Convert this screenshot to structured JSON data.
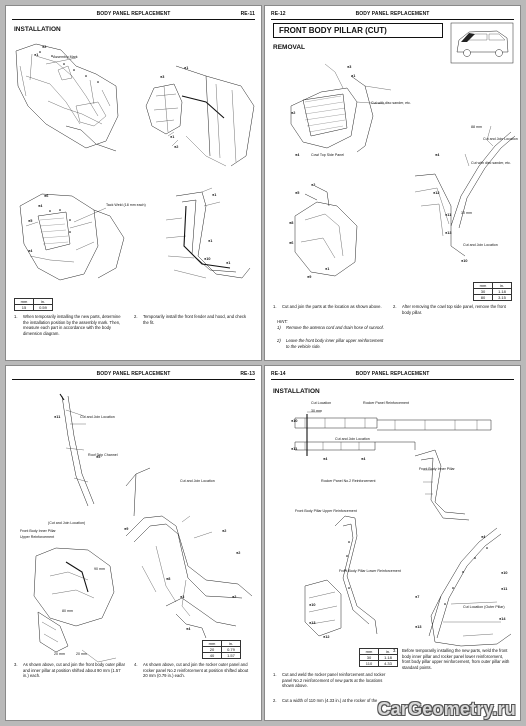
{
  "pages": [
    {
      "header": {
        "title": "BODY PANEL REPLACEMENT",
        "page_number": "RE-11"
      },
      "section": "INSTALLATION",
      "callouts": {
        "assembly_mark": "Assembly Mark",
        "tack_weld": "Tack Weld (18 mm each)"
      },
      "spec_table": {
        "col1": "mm",
        "col2": "in.",
        "row": [
          "15",
          "0.59"
        ]
      },
      "steps": [
        {
          "n": "1.",
          "text": "When temporarily installing the new parts, determine the installation position by the assembly mark. Then, measure each part in accordance with the body dimension diagram."
        },
        {
          "n": "2.",
          "text": "Temporarily install the front fender and hood, and check the fit."
        }
      ]
    },
    {
      "header": {
        "title": "BODY PANEL REPLACEMENT",
        "page_number": "RE-12"
      },
      "title": "FRONT BODY PILLAR (CUT)",
      "section": "REMOVAL",
      "callouts": {
        "cut_disc": "Cut with disc sander, etc.",
        "cowl_top": "Cowl Top Side Panel",
        "mm_88": "88 mm",
        "cut_join_location": "Cut and Join Location",
        "cut_disc2": "Cut with disc sander, etc.",
        "mm_30": "30 mm",
        "cut_join_location2": "Cut and Join Location"
      },
      "spec_table": {
        "col1": "mm",
        "col2": "in.",
        "rows": [
          [
            "30",
            "1.18"
          ],
          [
            "80",
            "3.15"
          ]
        ]
      },
      "steps": [
        {
          "n": "1.",
          "text": "Cut and join the parts at the location as shown above."
        },
        {
          "n": "2.",
          "text": "After removing the cowl top side panel, remove the front body pillar."
        }
      ],
      "hint_label": "HINT:",
      "hints": [
        {
          "n": "1)",
          "text": "Remove the antenna cord and drain hose of sunroof."
        },
        {
          "n": "2)",
          "text": "Leave the front body inner pillar upper reinforcement to the vehicle side."
        }
      ]
    },
    {
      "header": {
        "title": "BODY PANEL REPLACEMENT",
        "page_number": "RE-13"
      },
      "callouts": {
        "cut_join": "Cut and Join Location",
        "roof_drip": "Roof Drip Channel",
        "cut_join2": "Cut and Join Location",
        "cut_join3": "(Cut and Join Location)",
        "front_inner": "Front Body Inner Pillar",
        "upper_reinf": "Upper Reinforcement",
        "mm_90": "90 mm",
        "mm_80": "80 mm",
        "mm_20a": "20 mm",
        "mm_20b": "20 mm"
      },
      "spec_table": {
        "col1": "mm",
        "col2": "in.",
        "rows": [
          [
            "20",
            "0.79"
          ],
          [
            "40",
            "1.57"
          ]
        ]
      },
      "steps": [
        {
          "n": "3.",
          "text": "As shown above, cut and join the front body outer pillar and inner pillar at position shifted about 90 mm (1.57 in.) each."
        },
        {
          "n": "4.",
          "text": "As shown above, cut and join the rocker outer panel and rocker panel No.2 reinforcement at position shifted about 20 mm (0.79 in.) each."
        }
      ]
    },
    {
      "header": {
        "title": "BODY PANEL REPLACEMENT",
        "page_number": "RE-14"
      },
      "section": "INSTALLATION",
      "callouts": {
        "cut_location": "Cut Location",
        "rocker_reinf": "Rocker Panel Reinforcement",
        "mm_30": "30 mm",
        "cut_join": "Cut and Join Location",
        "rocker_no2": "Rocker Panel No.2 Reinforcement",
        "front_inner": "Front Body Inner Pillar",
        "front_upper": "Front Body Pillar Upper Reinforcement",
        "front_lower": "Front Body Pillar Lower Reinforcement",
        "cut_outer": "Cut Location (Outer Pillar)"
      },
      "spec_table": {
        "col1": "mm",
        "col2": "in.",
        "rows": [
          [
            "30",
            "1.18"
          ],
          [
            "110",
            "4.33"
          ]
        ]
      },
      "steps": [
        {
          "n": "1.",
          "text": "Cut and weld the rocker panel reinforcement and rocker panel No.2 reinforcement of new parts at the locations shown above."
        },
        {
          "n": "2.",
          "text": "Cut a width of 110 mm (4.33 in.) at the rocker of the"
        },
        {
          "n": "3.",
          "text": "Before temporarily installing the new parts, weld the front body inner pillar and rocker panel lower reinforcement, front body pillar upper reinforcement, from outer pillar with standard points."
        }
      ]
    }
  ],
  "watermark": "CarGeometry.ru"
}
